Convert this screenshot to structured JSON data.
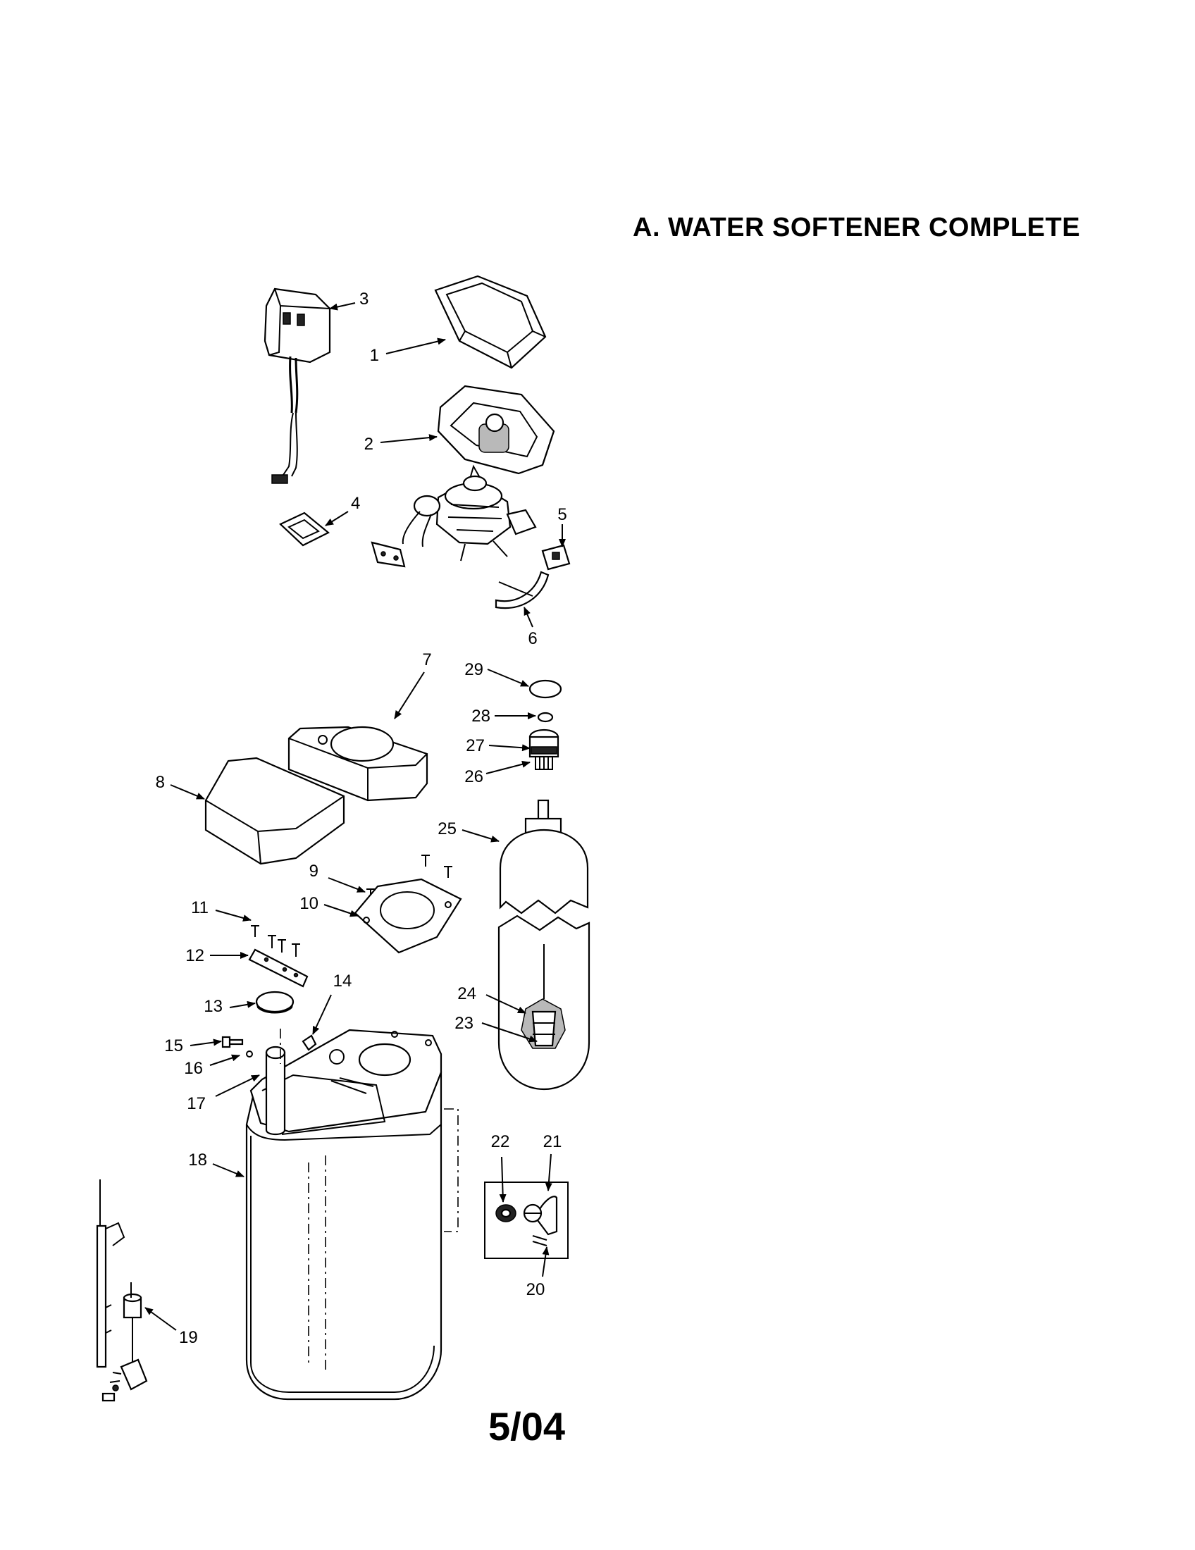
{
  "title": "A.  WATER SOFTENER COMPLETE",
  "footer": "5/04",
  "callouts": [
    "1",
    "2",
    "3",
    "4",
    "5",
    "6",
    "7",
    "8",
    "9",
    "10",
    "11",
    "12",
    "13",
    "14",
    "15",
    "16",
    "17",
    "18",
    "19",
    "20",
    "21",
    "22",
    "23",
    "24",
    "25",
    "26",
    "27",
    "28",
    "29"
  ]
}
